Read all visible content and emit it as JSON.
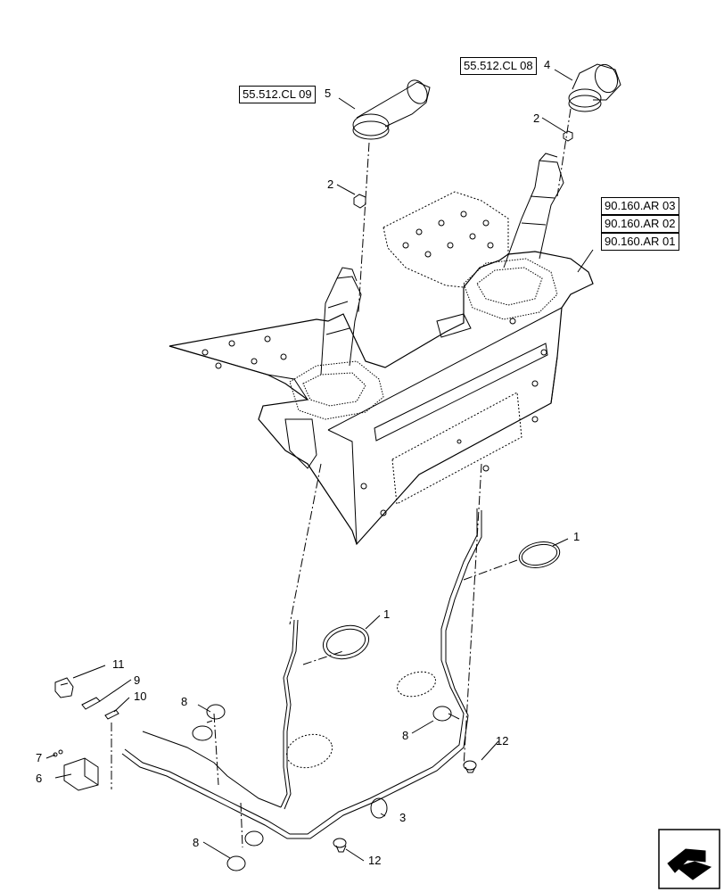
{
  "references": {
    "cl09": "55.512.CL 09",
    "cl08": "55.512.CL 08",
    "ar03": "90.160.AR 03",
    "ar02": "90.160.AR 02",
    "ar01": "90.160.AR 01"
  },
  "callouts": {
    "c1a": "1",
    "c1b": "1",
    "c2a": "2",
    "c2b": "2",
    "c3": "3",
    "c4": "4",
    "c5": "5",
    "c6": "6",
    "c7": "7",
    "c8a": "8",
    "c8b": "8",
    "c8c": "8",
    "c9": "9",
    "c10": "10",
    "c11": "11",
    "c12a": "12",
    "c12b": "12"
  },
  "icons": {
    "navigation": "page-navigation-arrow-icon"
  }
}
